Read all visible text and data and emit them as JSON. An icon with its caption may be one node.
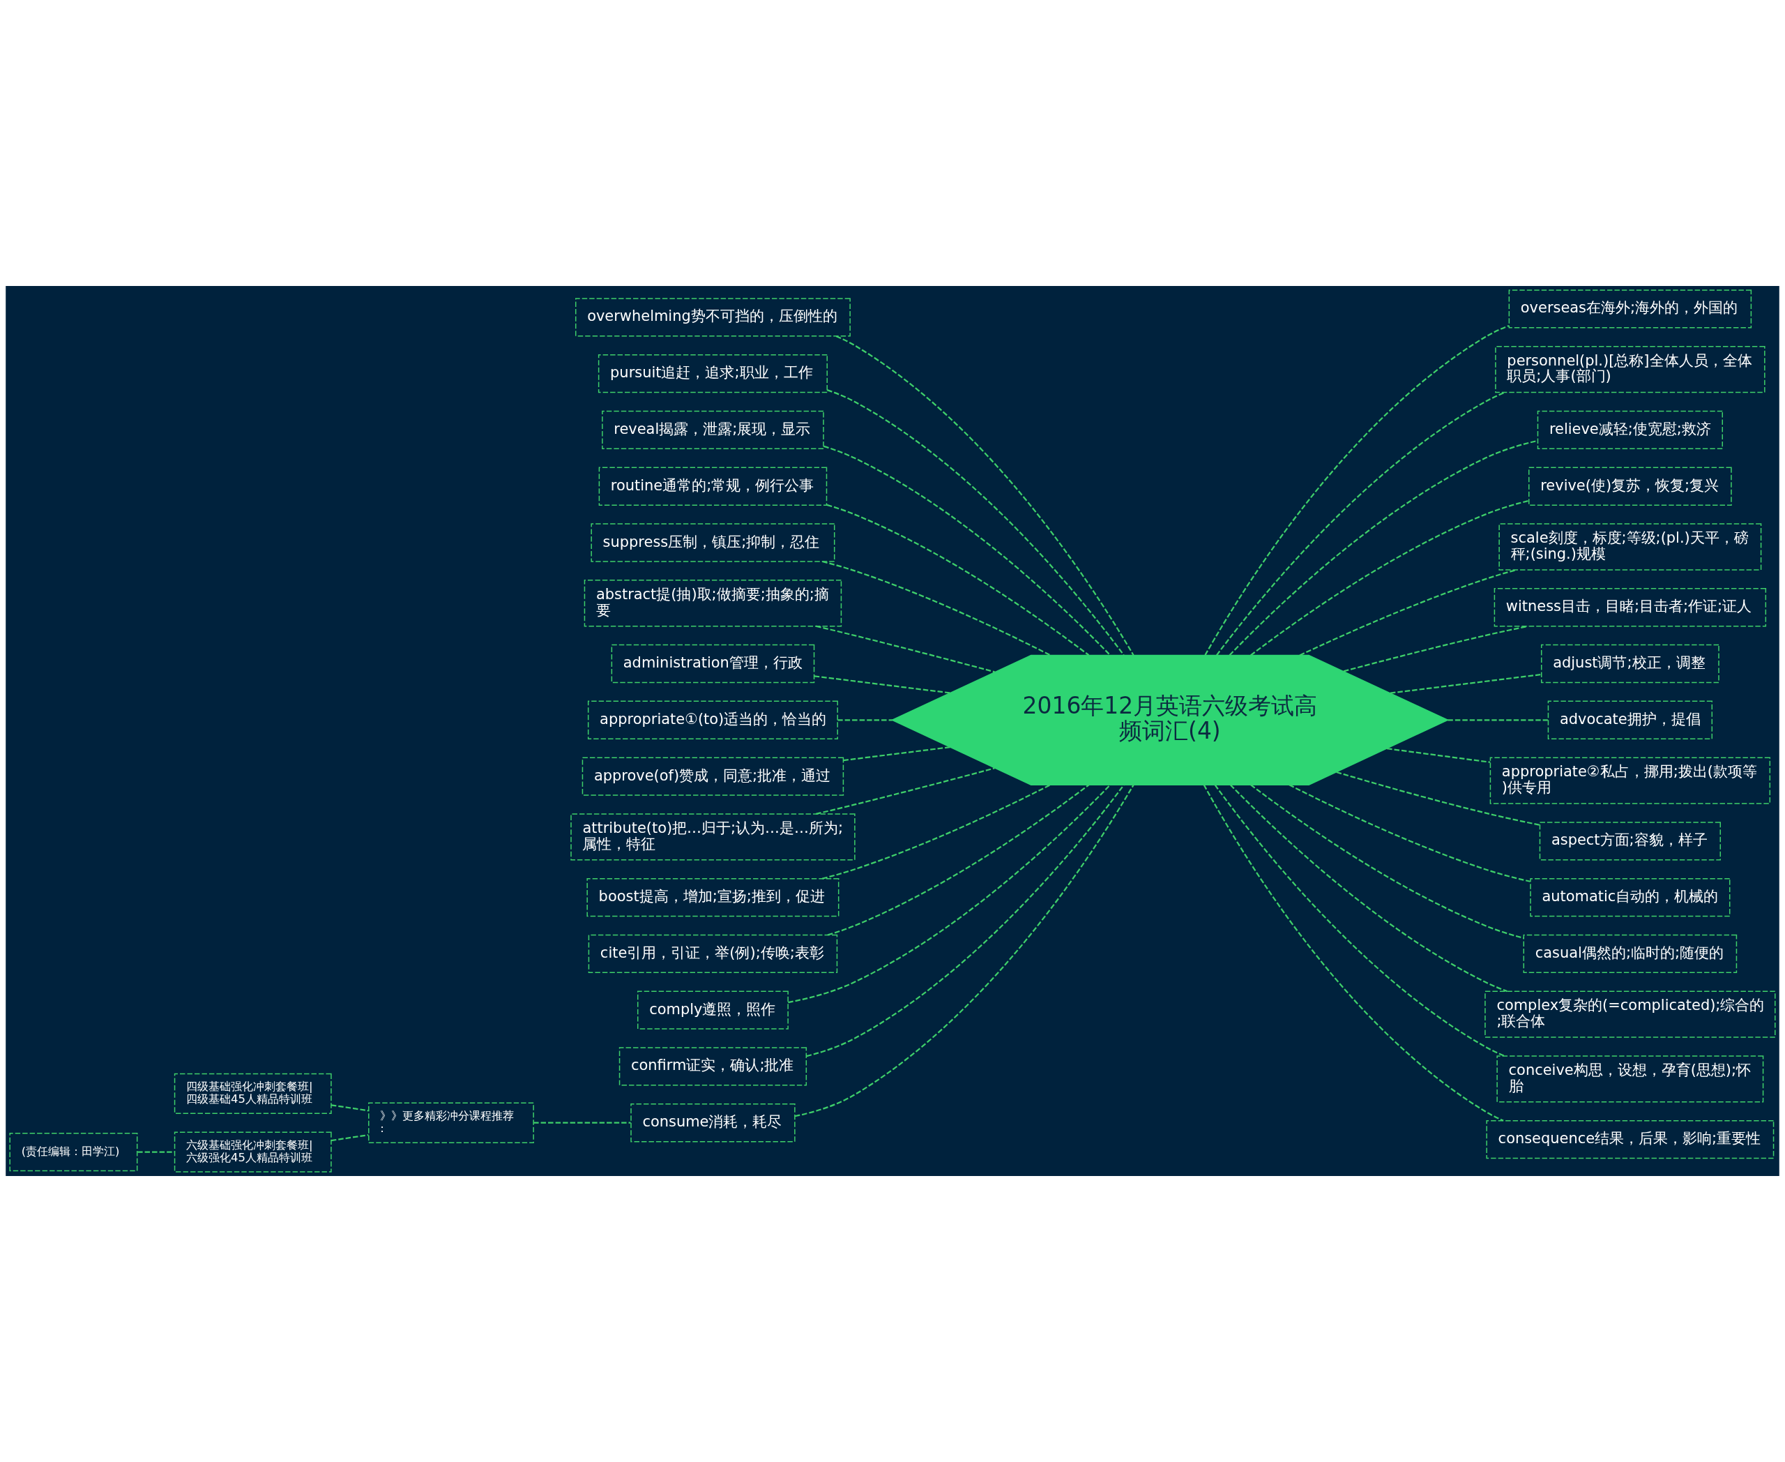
{
  "diagram": {
    "nodes": [
      {
        "text": [
          "2016年12月英语六级考试高频词汇(4)"
        ]
      },
      {
        "text": [
          "overwhelming势不可挡的，压倒性的"
        ]
      },
      {
        "text": [
          "pursuit追赶，追求;职业，工作"
        ]
      },
      {
        "text": [
          "reveal揭露，泄露;展现，显示"
        ]
      },
      {
        "text": [
          "routine通常的;常规，例行公事"
        ]
      },
      {
        "text": [
          "suppress压制，镇压;抑制，忍住"
        ]
      },
      {
        "text": [
          "abstract提(抽)取;做摘要;抽象的;摘要"
        ]
      },
      {
        "text": [
          "administration管理，行政"
        ]
      },
      {
        "text": [
          "appropriate①(to)适当的，恰当的"
        ]
      },
      {
        "text": [
          "approve(of)赞成，同意;批准，通过"
        ]
      },
      {
        "text": [
          "attribute(to)把…归于;认为…是…所为;属性，特征"
        ]
      },
      {
        "text": [
          "boost提高，增加;宣扬;推到，促进"
        ]
      },
      {
        "text": [
          "cite引用，引证，举(例);传唤;表彰"
        ]
      },
      {
        "text": [
          "comply遵照，照作"
        ]
      },
      {
        "text": [
          "confirm证实，确认;批准"
        ]
      },
      {
        "text": [
          "consume消耗，耗尽"
        ]
      },
      {
        "text": [
          "》》更多精彩冲分课程推荐:"
        ]
      },
      {
        "text": [
          "四级基础强化冲刺套餐班|四级基础45人精品特训班"
        ]
      },
      {
        "text": [
          "六级基础强化冲刺套餐班|六级强化45人精品特训班"
        ]
      },
      {
        "text": [
          "(责任编辑：田学江)"
        ]
      },
      {
        "text": [
          "overseas在海外;海外的，外国的"
        ]
      },
      {
        "text": [
          "personnel(pl.)[总称]全体人员，全体职员;人事(部门)"
        ]
      },
      {
        "text": [
          "relieve减轻;使宽慰;救济"
        ]
      },
      {
        "text": [
          "revive(使)复苏，恢复;复兴"
        ]
      },
      {
        "text": [
          "scale刻度，标度;等级;(pl.)天平，磅秤;(sing.)规模"
        ]
      },
      {
        "text": [
          "witness目击，目睹;目击者;作证;证人"
        ]
      },
      {
        "text": [
          "adjust调节;校正，调整"
        ]
      },
      {
        "text": [
          "advocate拥护，提倡"
        ]
      },
      {
        "text": [
          "appropriate②私占，挪用;拨出(款项等)供专用"
        ]
      },
      {
        "text": [
          "aspect方面;容貌，样子"
        ]
      },
      {
        "text": [
          "automatic自动的，机械的"
        ]
      },
      {
        "text": [
          "casual偶然的;临时的;随便的"
        ]
      },
      {
        "text": [
          "complex复杂的(=complicated);综合的;联合体"
        ]
      },
      {
        "text": [
          "conceive构思，设想，孕育(思想);怀胎"
        ]
      },
      {
        "text": [
          "consequence结果，后果，影响;重要性"
        ]
      }
    ],
    "edges": [
      {
        "from": 0,
        "to": 1,
        "arrow": "none",
        "style": "dashed"
      },
      {
        "from": 0,
        "to": 2,
        "arrow": "none",
        "style": "dashed"
      },
      {
        "from": 0,
        "to": 3,
        "arrow": "none",
        "style": "dashed"
      },
      {
        "from": 0,
        "to": 4,
        "arrow": "none",
        "style": "dashed"
      },
      {
        "from": 0,
        "to": 5,
        "arrow": "none",
        "style": "dashed"
      },
      {
        "from": 0,
        "to": 6,
        "arrow": "none",
        "style": "dashed"
      },
      {
        "from": 0,
        "to": 7,
        "arrow": "none",
        "style": "dashed"
      },
      {
        "from": 0,
        "to": 8,
        "arrow": "none",
        "style": "dashed"
      },
      {
        "from": 0,
        "to": 9,
        "arrow": "none",
        "style": "dashed"
      },
      {
        "from": 0,
        "to": 10,
        "arrow": "none",
        "style": "dashed"
      },
      {
        "from": 0,
        "to": 11,
        "arrow": "none",
        "style": "dashed"
      },
      {
        "from": 0,
        "to": 12,
        "arrow": "none",
        "style": "dashed"
      },
      {
        "from": 0,
        "to": 13,
        "arrow": "none",
        "style": "dashed"
      },
      {
        "from": 0,
        "to": 14,
        "arrow": "none",
        "style": "dashed"
      },
      {
        "from": 0,
        "to": 15,
        "arrow": "none",
        "style": "dashed"
      },
      {
        "from": 15,
        "to": 16,
        "arrow": "none",
        "style": "dashed"
      },
      {
        "from": 16,
        "to": 17,
        "arrow": "none",
        "style": "dashed"
      },
      {
        "from": 16,
        "to": 18,
        "arrow": "none",
        "style": "dashed"
      },
      {
        "from": 18,
        "to": 19,
        "arrow": "none",
        "style": "dashed"
      },
      {
        "from": 0,
        "to": 20,
        "arrow": "none",
        "style": "dashed"
      },
      {
        "from": 0,
        "to": 21,
        "arrow": "none",
        "style": "dashed"
      },
      {
        "from": 0,
        "to": 22,
        "arrow": "none",
        "style": "dashed"
      },
      {
        "from": 0,
        "to": 23,
        "arrow": "none",
        "style": "dashed"
      },
      {
        "from": 0,
        "to": 24,
        "arrow": "none",
        "style": "dashed"
      },
      {
        "from": 0,
        "to": 25,
        "arrow": "none",
        "style": "dashed"
      },
      {
        "from": 0,
        "to": 26,
        "arrow": "none",
        "style": "dashed"
      },
      {
        "from": 0,
        "to": 27,
        "arrow": "none",
        "style": "dashed"
      },
      {
        "from": 0,
        "to": 28,
        "arrow": "none",
        "style": "dashed"
      },
      {
        "from": 0,
        "to": 29,
        "arrow": "none",
        "style": "dashed"
      },
      {
        "from": 0,
        "to": 30,
        "arrow": "none",
        "style": "dashed"
      },
      {
        "from": 0,
        "to": 31,
        "arrow": "none",
        "style": "dashed"
      },
      {
        "from": 0,
        "to": 32,
        "arrow": "none",
        "style": "dashed"
      },
      {
        "from": 0,
        "to": 33,
        "arrow": "none",
        "style": "dashed"
      },
      {
        "from": 0,
        "to": 34,
        "arrow": "none",
        "style": "dashed"
      }
    ]
  }
}
